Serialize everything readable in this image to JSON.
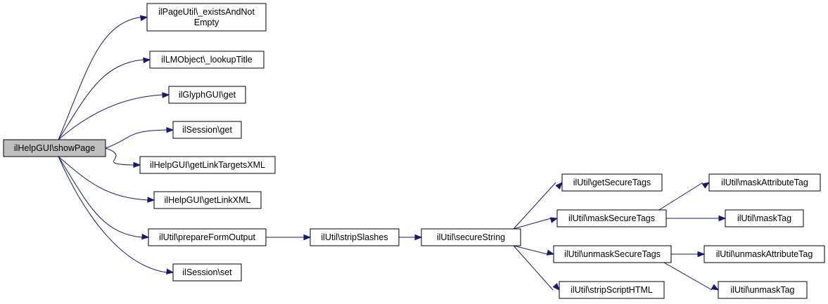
{
  "diagram": {
    "nodes": [
      {
        "id": "root",
        "lines": [
          "ilHelpGUI\\showPage"
        ]
      },
      {
        "id": "n1",
        "lines": [
          "ilPageUtil\\_existsAndNot",
          "Empty"
        ]
      },
      {
        "id": "n2",
        "lines": [
          "ilLMObject\\_lookupTitle"
        ]
      },
      {
        "id": "n3",
        "lines": [
          "ilGlyphGUI\\get"
        ]
      },
      {
        "id": "n4",
        "lines": [
          "ilSession\\get"
        ]
      },
      {
        "id": "n5",
        "lines": [
          "ilHelpGUI\\getLinkTargetsXML"
        ]
      },
      {
        "id": "n6",
        "lines": [
          "ilHelpGUI\\getLinkXML"
        ]
      },
      {
        "id": "n7",
        "lines": [
          "ilUtil\\prepareFormOutput"
        ]
      },
      {
        "id": "n8",
        "lines": [
          "ilSession\\set"
        ]
      },
      {
        "id": "n9",
        "lines": [
          "ilUtil\\stripSlashes"
        ]
      },
      {
        "id": "n10",
        "lines": [
          "ilUtil\\secureString"
        ]
      },
      {
        "id": "n11",
        "lines": [
          "ilUtil\\getSecureTags"
        ]
      },
      {
        "id": "n12",
        "lines": [
          "ilUtil\\maskSecureTags"
        ]
      },
      {
        "id": "n13",
        "lines": [
          "ilUtil\\unmaskSecureTags"
        ]
      },
      {
        "id": "n14",
        "lines": [
          "ilUtil\\stripScriptHTML"
        ]
      },
      {
        "id": "n15",
        "lines": [
          "ilUtil\\maskAttributeTag"
        ]
      },
      {
        "id": "n16",
        "lines": [
          "ilUtil\\maskTag"
        ]
      },
      {
        "id": "n17",
        "lines": [
          "ilUtil\\unmaskAttributeTag"
        ]
      },
      {
        "id": "n18",
        "lines": [
          "ilUtil\\unmaskTag"
        ]
      }
    ],
    "edges": [
      [
        "root",
        "n1"
      ],
      [
        "root",
        "n2"
      ],
      [
        "root",
        "n3"
      ],
      [
        "root",
        "n4"
      ],
      [
        "root",
        "n5"
      ],
      [
        "root",
        "n6"
      ],
      [
        "root",
        "n7"
      ],
      [
        "root",
        "n8"
      ],
      [
        "n7",
        "n9"
      ],
      [
        "n9",
        "n10"
      ],
      [
        "n10",
        "n11"
      ],
      [
        "n10",
        "n12"
      ],
      [
        "n10",
        "n13"
      ],
      [
        "n10",
        "n14"
      ],
      [
        "n12",
        "n15"
      ],
      [
        "n12",
        "n16"
      ],
      [
        "n13",
        "n17"
      ],
      [
        "n13",
        "n18"
      ]
    ],
    "colors": {
      "edge": "#191970",
      "root_fill": "#bfbfbf",
      "node_fill": "#ffffff"
    }
  }
}
